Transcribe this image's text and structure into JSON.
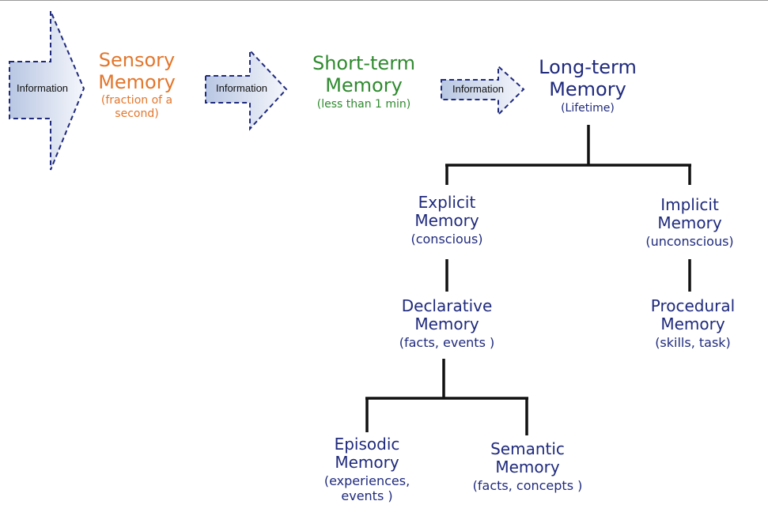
{
  "colors": {
    "sensory": "#e3762b",
    "short_term": "#2f8a2f",
    "long_term": "#1f2a7d",
    "arrow_fill_light": "#f4f6fb",
    "arrow_fill_dark": "#b9c7e3",
    "arrow_outline": "#1f2a7d",
    "connector": "#111111"
  },
  "arrows": [
    {
      "label": "Information"
    },
    {
      "label": "Information"
    },
    {
      "label": "Information"
    }
  ],
  "stores": {
    "sensory": {
      "title_line1": "Sensory",
      "title_line2": "Memory",
      "duration_line1": "(fraction of a",
      "duration_line2": "second)"
    },
    "short_term": {
      "title_line1": "Short-term",
      "title_line2": "Memory",
      "duration": "(less than 1 min)"
    },
    "long_term": {
      "title_line1": "Long-term",
      "title_line2": "Memory",
      "duration": "(Lifetime)"
    }
  },
  "tree": {
    "explicit": {
      "title_line1": "Explicit",
      "title_line2": "Memory",
      "note": "(conscious)"
    },
    "implicit": {
      "title_line1": "Implicit",
      "title_line2": "Memory",
      "note": "(unconscious)"
    },
    "declarative": {
      "title_line1": "Declarative",
      "title_line2": "Memory",
      "note": "(facts, events )"
    },
    "procedural": {
      "title_line1": "Procedural",
      "title_line2": "Memory",
      "note": "(skills, task)"
    },
    "episodic": {
      "title_line1": "Episodic",
      "title_line2": "Memory",
      "note_line1": "(experiences,",
      "note_line2": "events )"
    },
    "semantic": {
      "title_line1": "Semantic",
      "title_line2": "Memory",
      "note": "(facts, concepts )"
    }
  }
}
